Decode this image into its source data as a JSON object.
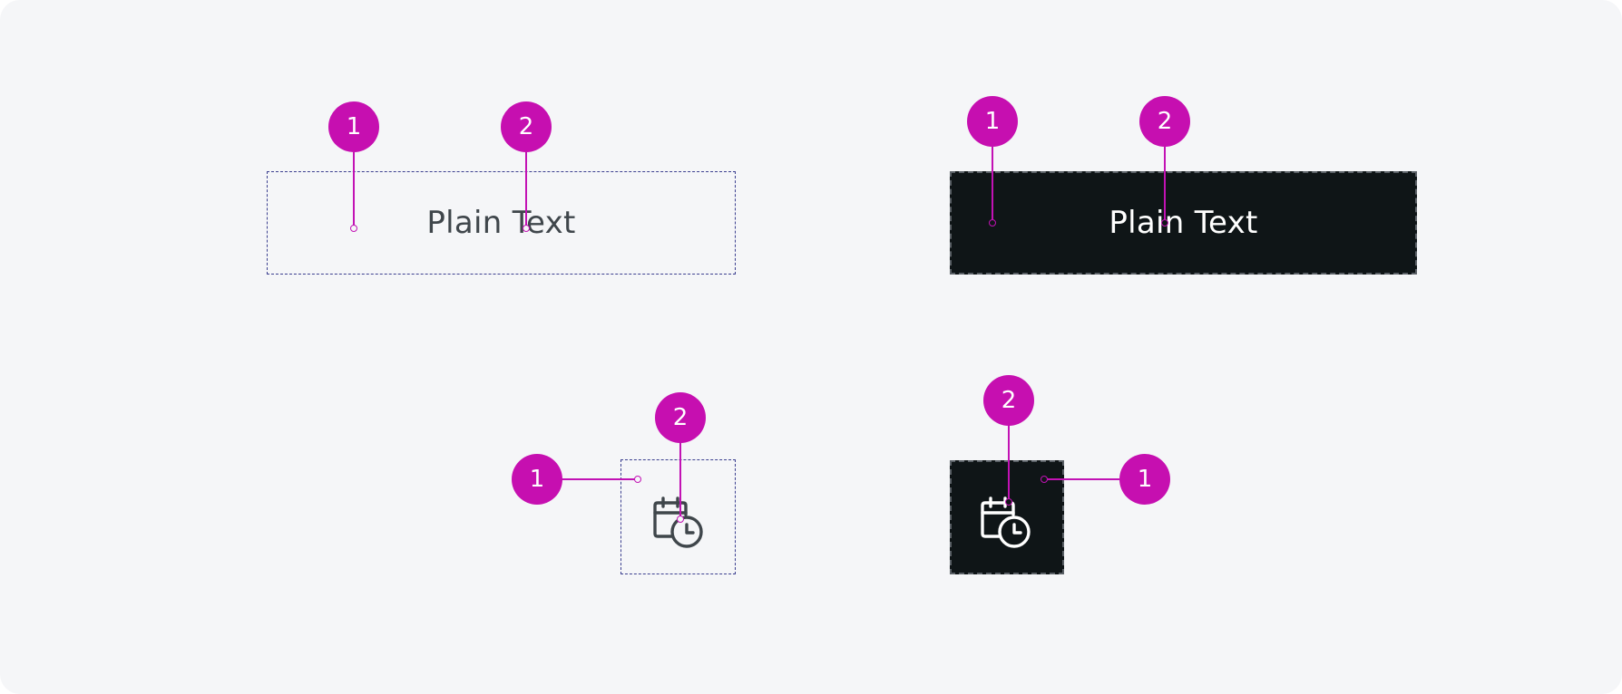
{
  "colors": {
    "marker": "#c60fb0",
    "leader": "#c212b4",
    "light_border": "#3b3f8f",
    "dark_fill": "#0f1517",
    "light_text": "#3f464b",
    "dark_text": "#ffffff",
    "background": "#f5f6f8"
  },
  "examples": {
    "light_text_button": {
      "label": "Plain Text",
      "markers": [
        "1",
        "2"
      ]
    },
    "dark_text_button": {
      "label": "Plain Text",
      "markers": [
        "1",
        "2"
      ]
    },
    "light_icon_button": {
      "icon": "calendar-clock-icon",
      "markers": [
        "1",
        "2"
      ]
    },
    "dark_icon_button": {
      "icon": "calendar-clock-icon",
      "markers": [
        "2",
        "1"
      ]
    }
  }
}
